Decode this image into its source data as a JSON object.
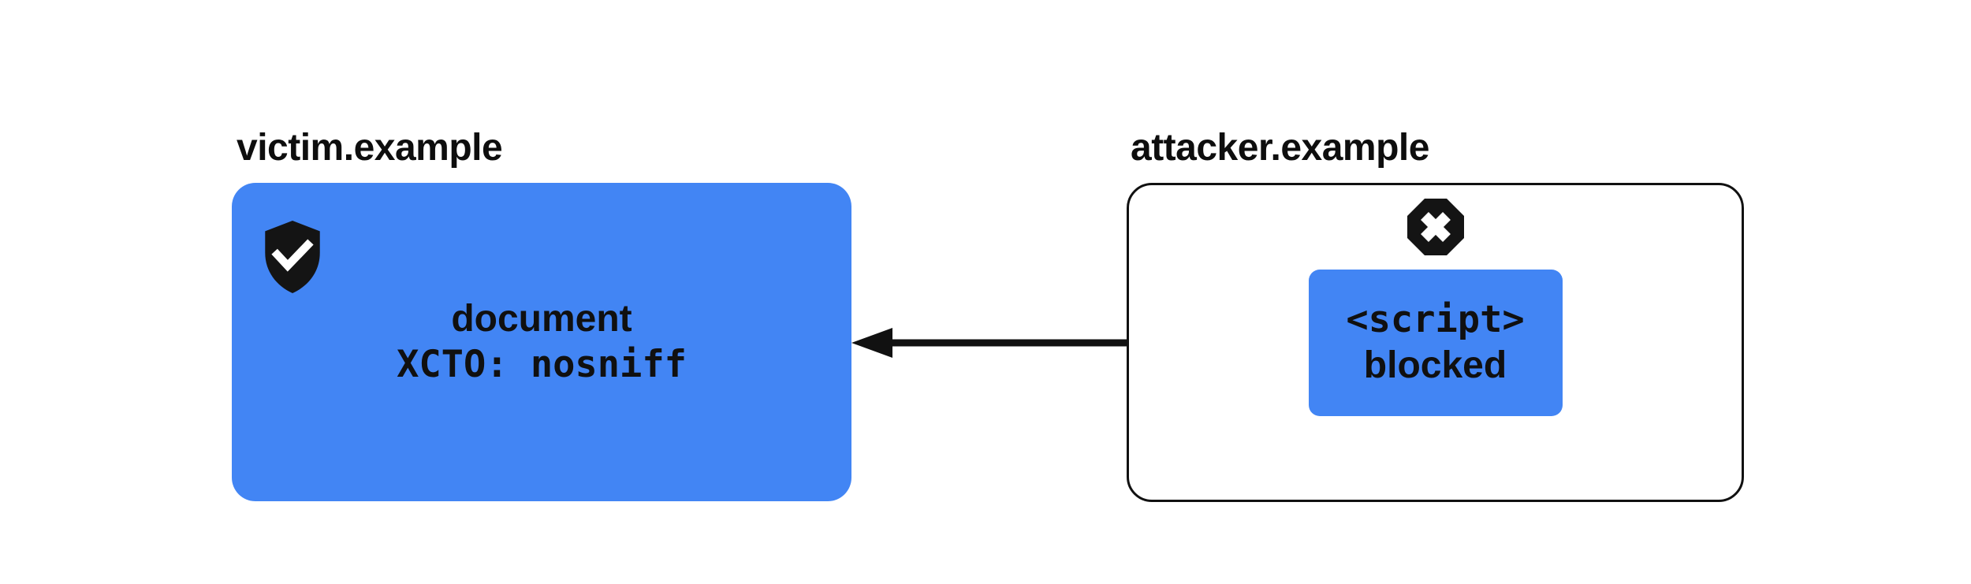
{
  "diagram": {
    "title_semantics": "XCTO nosniff blocks cross-origin script sniffing",
    "victim": {
      "label": "victim.example",
      "box": {
        "line1": "document",
        "line2": "XCTO: nosniff",
        "fill": "#4285F4",
        "icon": "shield-check-icon"
      }
    },
    "attacker": {
      "label": "attacker.example",
      "border_color": "#111111",
      "icon": "blocked-x-octagon-icon",
      "script_box": {
        "line1": "<script>",
        "line2": "blocked",
        "fill": "#4285F4"
      }
    },
    "arrow": {
      "direction": "right-to-left",
      "from": "attacker script box",
      "to": "victim document box",
      "color": "#111111"
    },
    "colors": {
      "accent_blue": "#4285F4",
      "ink": "#111111",
      "background": "#FFFFFF"
    }
  }
}
